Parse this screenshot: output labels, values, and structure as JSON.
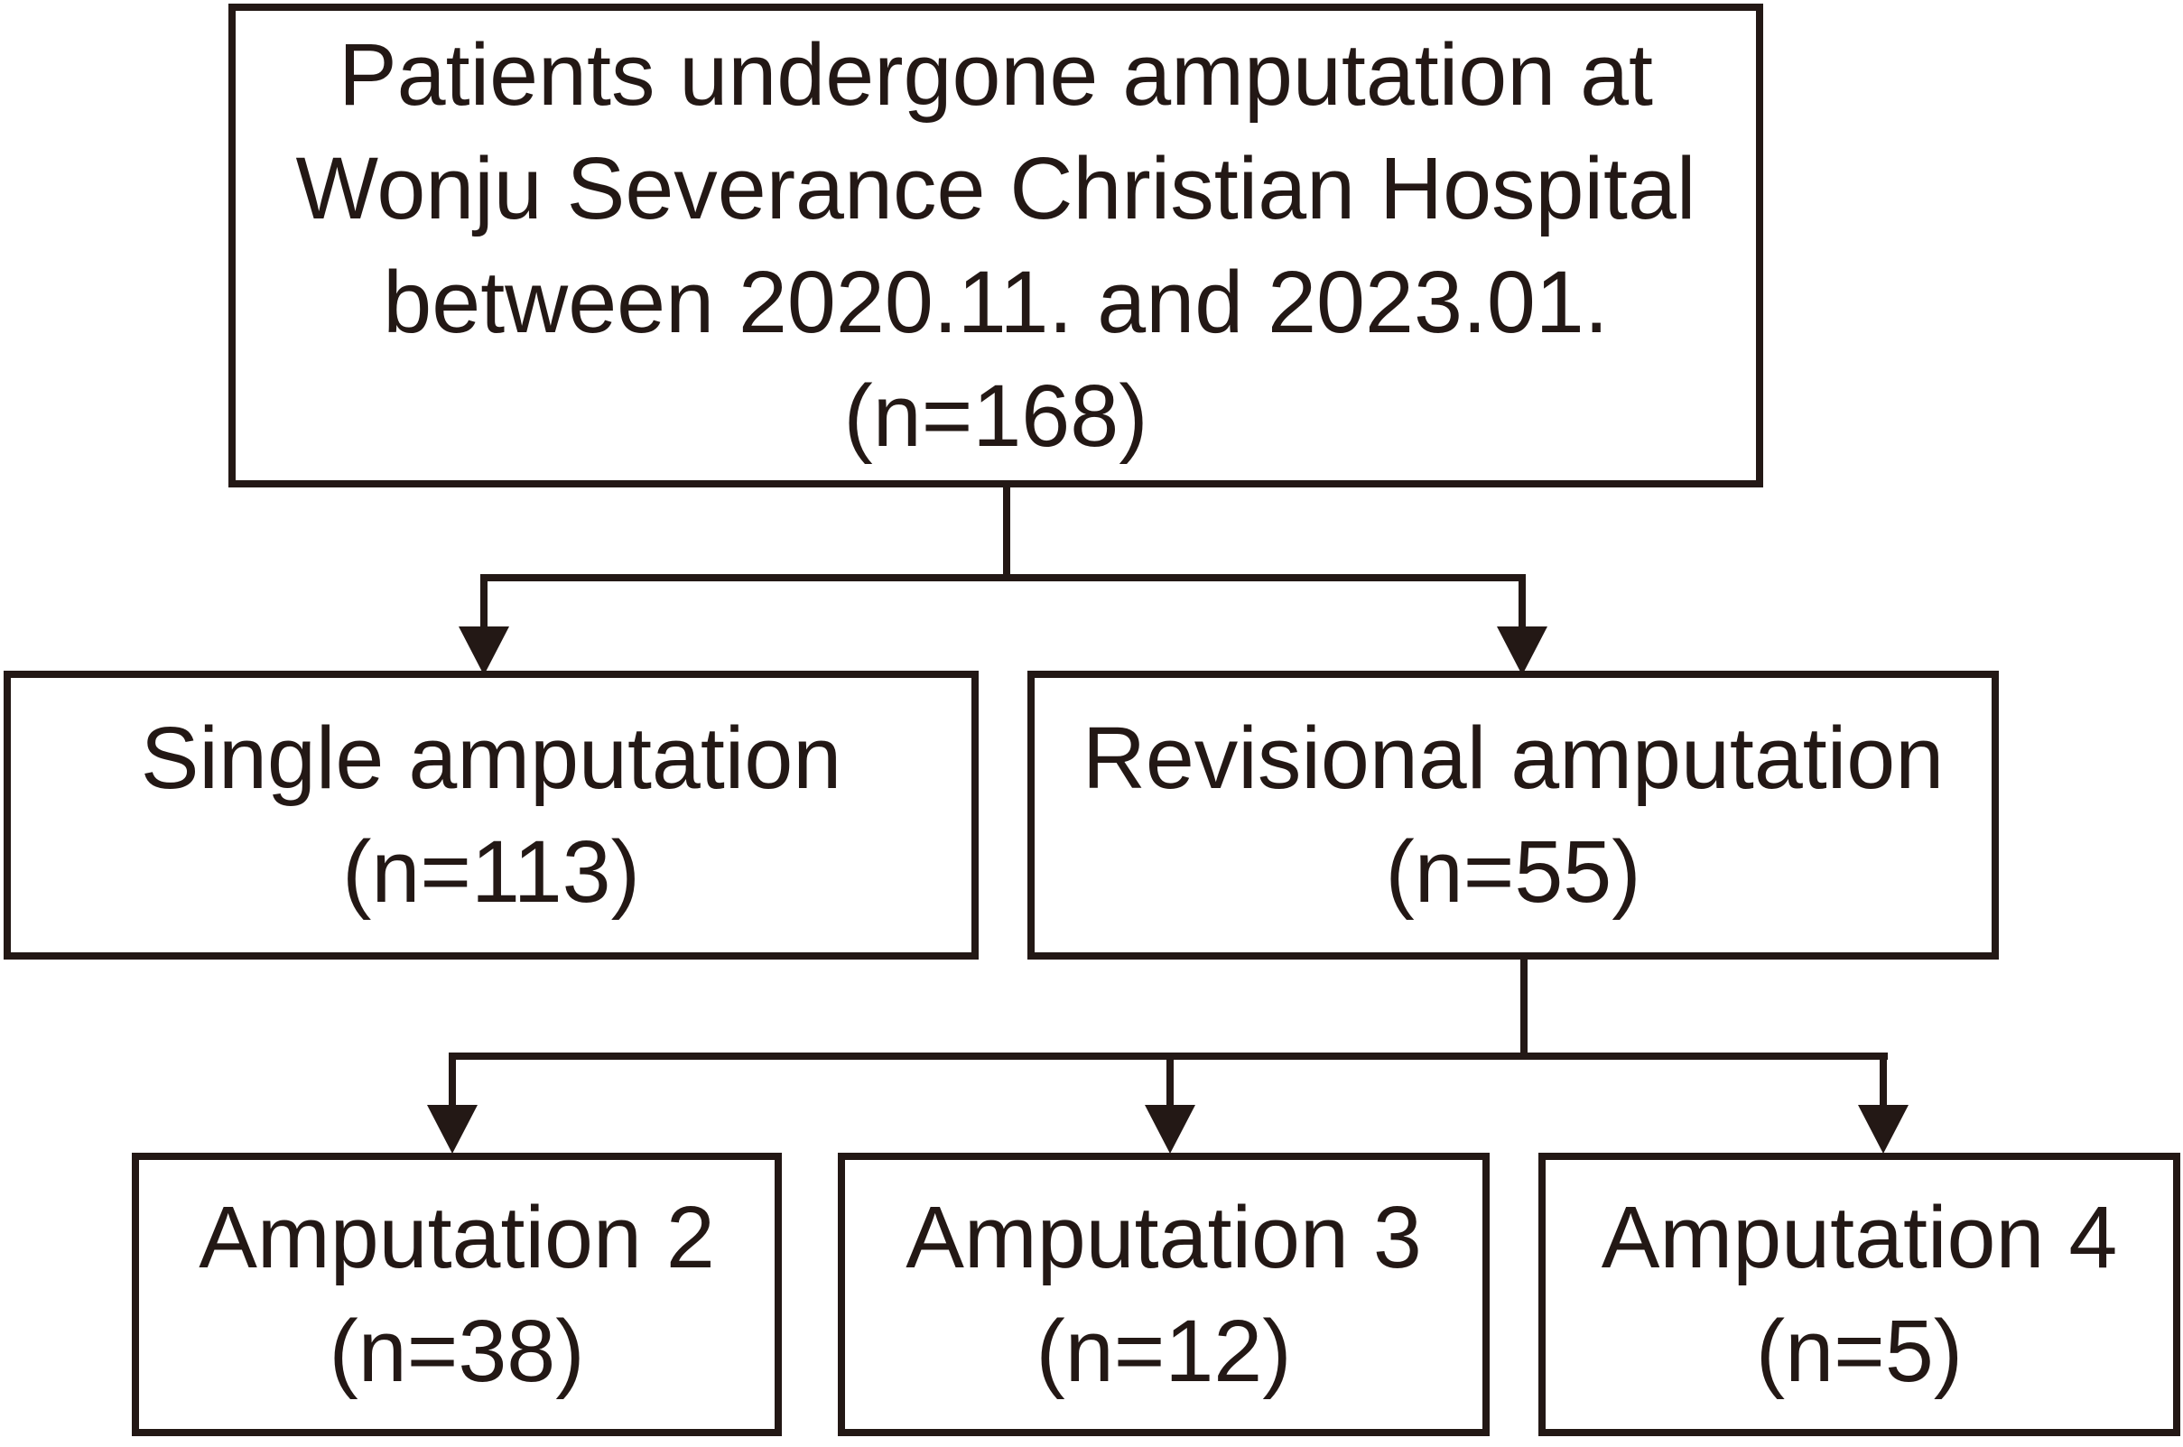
{
  "figure": {
    "type": "flowchart",
    "ink_color": "#231815",
    "background_color": "#ffffff"
  },
  "nodes": {
    "root": {
      "lines": [
        "Patients undergone amputation at",
        "Wonju Severance Christian Hospital",
        "between 2020.11. and 2023.01.",
        "(n=168)"
      ],
      "n": 168
    },
    "single": {
      "lines": [
        "Single amputation",
        "(n=113)"
      ],
      "n": 113
    },
    "revisional": {
      "lines": [
        "Revisional amputation",
        "(n=55)"
      ],
      "n": 55
    },
    "amputation2": {
      "lines": [
        "Amputation 2",
        "(n=38)"
      ],
      "n": 38
    },
    "amputation3": {
      "lines": [
        "Amputation 3",
        "(n=12)"
      ],
      "n": 12
    },
    "amputation4": {
      "lines": [
        "Amputation 4",
        "(n=5)"
      ],
      "n": 5
    }
  },
  "edges": [
    {
      "from": "root",
      "to": "single"
    },
    {
      "from": "root",
      "to": "revisional"
    },
    {
      "from": "revisional",
      "to": "amputation2"
    },
    {
      "from": "revisional",
      "to": "amputation3"
    },
    {
      "from": "revisional",
      "to": "amputation4"
    }
  ]
}
